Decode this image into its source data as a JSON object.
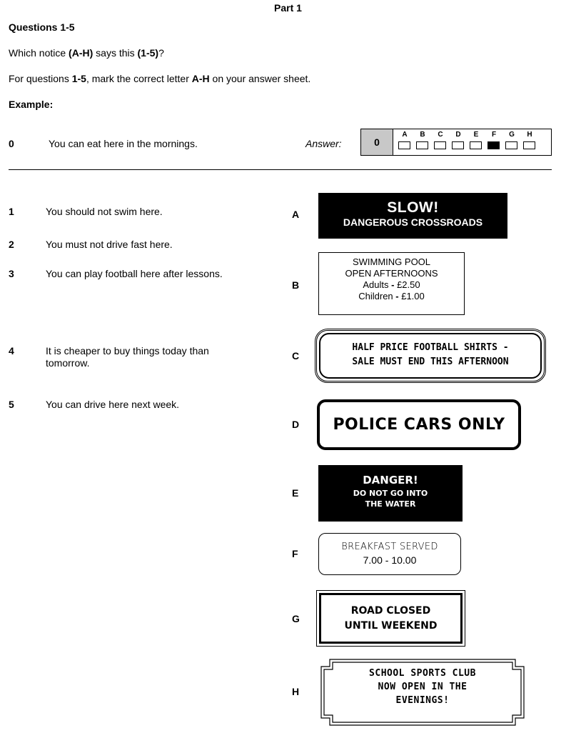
{
  "header": {
    "part": "Part 1",
    "questions_heading": "Questions 1-5",
    "instruction1": {
      "pre": "Which notice ",
      "b1": "(A-H)",
      "mid": " says this ",
      "b2": "(1-5)",
      "post": "?"
    },
    "instruction2": {
      "pre": "For questions ",
      "b1": "1-5",
      "mid": ", mark the correct letter ",
      "b2": "A-H",
      "post": " on your answer sheet."
    },
    "example_label": "Example:"
  },
  "example": {
    "number": "0",
    "text": "You can eat here in the mornings.",
    "answer_label": "Answer:",
    "answer_number": "0",
    "letters": [
      "A",
      "B",
      "C",
      "D",
      "E",
      "F",
      "G",
      "H"
    ],
    "selected": "F"
  },
  "questions": [
    {
      "number": "1",
      "text": "You should not swim here."
    },
    {
      "number": "2",
      "text": "You must not drive fast here."
    },
    {
      "number": "3",
      "text": "You can play football here after lessons."
    },
    {
      "number": "4",
      "text": "It is cheaper to buy things today than tomorrow."
    },
    {
      "number": "5",
      "text": "You can drive here next week."
    }
  ],
  "notices": {
    "A": {
      "letter": "A",
      "line1": "SLOW!",
      "line2": "DANGEROUS CROSSROADS"
    },
    "B": {
      "letter": "B",
      "line1": "SWIMMING POOL",
      "line2": "OPEN AFTERNOONS",
      "line3_label": "Adults",
      "line3_sep": " - ",
      "line3_value": "£2.50",
      "line4_label": "Children",
      "line4_sep": " - ",
      "line4_value": "£1.00"
    },
    "C": {
      "letter": "C",
      "line1": "HALF PRICE FOOTBALL SHIRTS -",
      "line2": "SALE MUST END THIS AFTERNOON"
    },
    "D": {
      "letter": "D",
      "line1": "POLICE CARS ONLY"
    },
    "E": {
      "letter": "E",
      "line1": "DANGER!",
      "line2": "DO NOT GO INTO",
      "line3": "THE WATER"
    },
    "F": {
      "letter": "F",
      "line1": "BREAKFAST SERVED",
      "line2": "7.00 - 10.00"
    },
    "G": {
      "letter": "G",
      "line1": "ROAD CLOSED",
      "line2": "UNTIL WEEKEND"
    },
    "H": {
      "letter": "H",
      "line1": "SCHOOL SPORTS CLUB",
      "line2": "NOW OPEN IN THE",
      "line3": "EVENINGS!"
    }
  }
}
